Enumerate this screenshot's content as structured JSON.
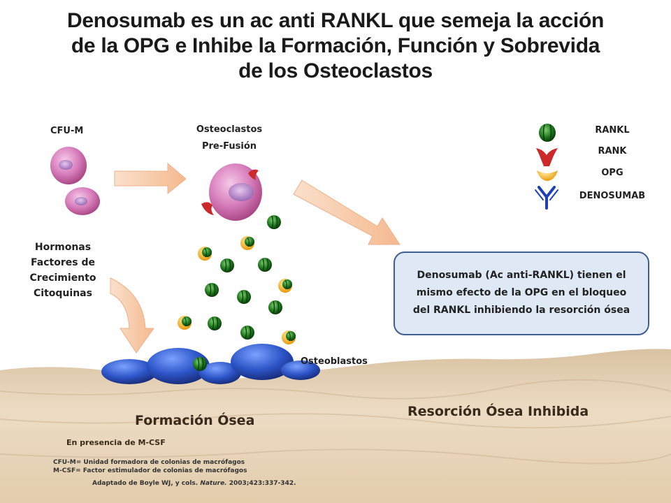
{
  "title": {
    "line1": "Denosumab es un ac anti RANKL que semeja la acción",
    "line2": "de la OPG e Inhibe la Formación, Función y Sobrevida",
    "line3": "de los Osteoclastos"
  },
  "cells": {
    "cfu_m": "CFU-M",
    "pre_fusion_line1": "Osteoclastos",
    "pre_fusion_line2": "Pre-Fusión",
    "osteoblasts": "Osteoblastos"
  },
  "factors": [
    "Hormonas",
    "Factores de",
    "Crecimiento",
    "Citoquinas"
  ],
  "legend": {
    "rankl": "RANKL",
    "rank": "RANK",
    "opg": "OPG",
    "denosumab": "DENOSUMAB"
  },
  "info_box": {
    "line1": "Denosumab  (Ac anti-RANKL)  tienen el",
    "line2": "mismo  efecto de la OPG  en el bloqueo",
    "line3": "del RANKL  inhibiendo  la resorción ósea"
  },
  "bottom": {
    "formation": "Formación Ósea",
    "resorption": "Resorción Ósea  Inhibida",
    "mcsf_note": "En presencia de M-CSF",
    "abbr1": "CFU-M= Unidad formadora de colonias de macrófagos",
    "abbr2": "M-CSF= Factor estimulador de colonias  de macrófagos",
    "citation_prefix": "Adaptado de Boyle WJ, y cols.",
    "citation_journal": "Nature.",
    "citation_suffix": "2003;423:337-342."
  },
  "colors": {
    "rankl_green": "#1f6b1f",
    "rank_red": "#cc2a2a",
    "opg_yellow": "#f2b21c",
    "denosumab_blue": "#1f3fb5",
    "cell_pink": "#c0609e",
    "osteoblast_blue": "#2d55c8",
    "arrow_peach": "#f6c6a4",
    "box_fill": "#dfe8f5",
    "box_border": "#3f5f8f",
    "bone": "#e6d2b4"
  }
}
